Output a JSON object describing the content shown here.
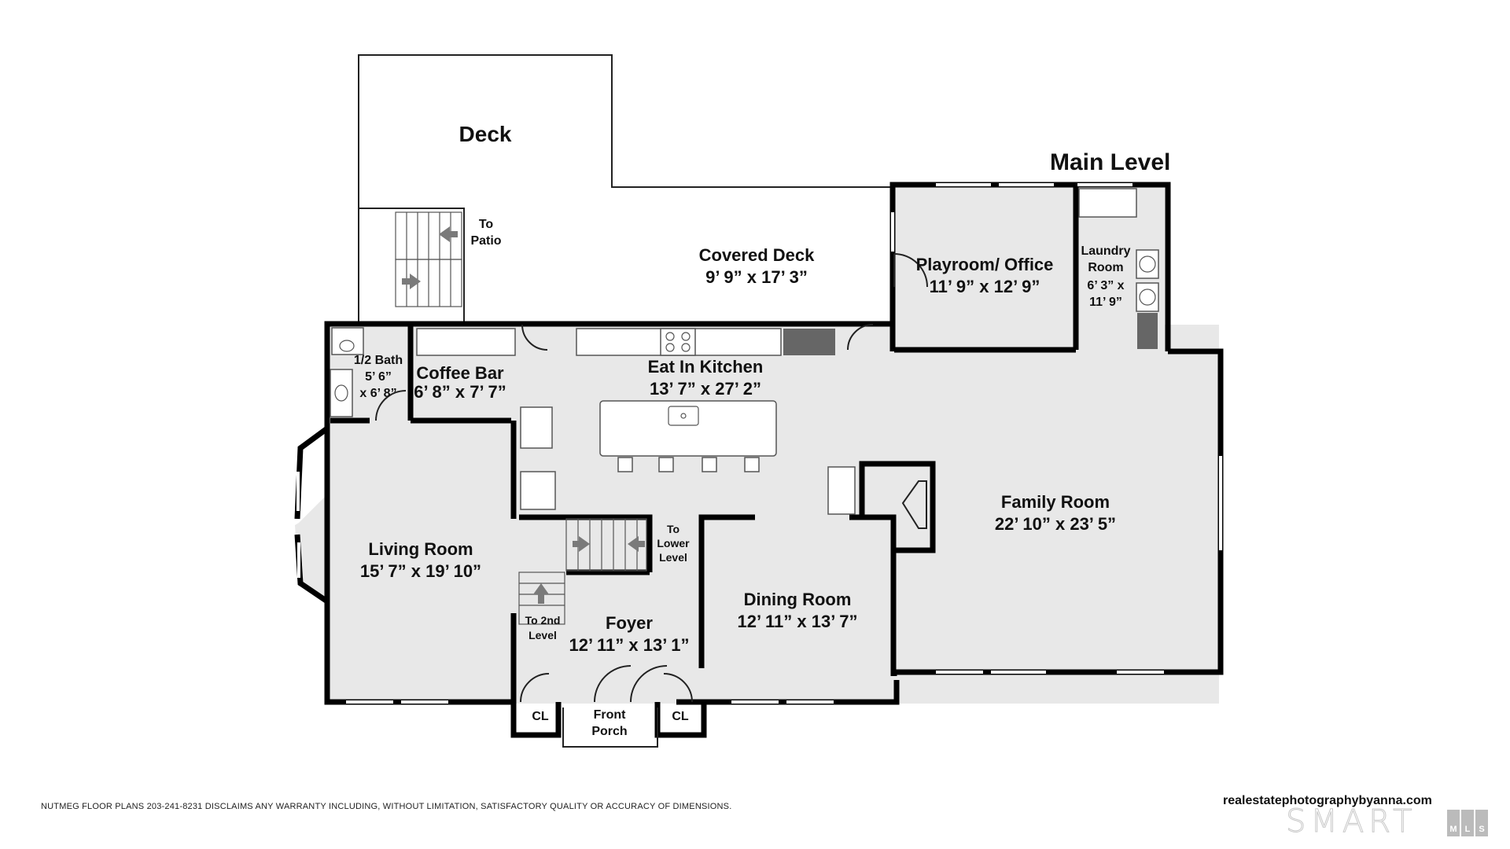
{
  "title": "Main Level",
  "rooms": {
    "deck": {
      "name": "Deck"
    },
    "to_patio": {
      "line1": "To",
      "line2": "Patio"
    },
    "covered_deck": {
      "name": "Covered Deck",
      "dims": "9’ 9” x 17’ 3”"
    },
    "playroom": {
      "name": "Playroom/ Office",
      "dims": "11’ 9” x 12’ 9”"
    },
    "laundry": {
      "line1": "Laundry",
      "line2": "Room",
      "line3": "6’ 3” x",
      "line4": "11’ 9”"
    },
    "half_bath": {
      "line1": "1/2 Bath",
      "line2": "5’ 6”",
      "line3": "x 6’ 8”"
    },
    "coffee_bar": {
      "name": "Coffee Bar",
      "dims": "6’ 8” x 7’ 7”"
    },
    "kitchen": {
      "name": "Eat In Kitchen",
      "dims": "13’ 7” x 27’ 2”"
    },
    "living": {
      "name": "Living Room",
      "dims": "15’ 7” x 19’ 10”"
    },
    "to_lower": {
      "line1": "To",
      "line2": "Lower",
      "line3": "Level"
    },
    "to_2nd": {
      "line1": "To 2nd",
      "line2": "Level"
    },
    "foyer": {
      "name": "Foyer",
      "dims": "12’ 11” x 13’ 1”"
    },
    "dining": {
      "name": "Dining Room",
      "dims": "12’ 11” x 13’ 7”"
    },
    "family": {
      "name": "Family Room",
      "dims": "22’ 10” x 23’ 5”"
    },
    "closet_left": {
      "name": "CL"
    },
    "closet_right": {
      "name": "CL"
    },
    "front_porch": {
      "line1": "Front",
      "line2": "Porch"
    }
  },
  "footer": {
    "disclaimer": "NUTMEG FLOOR PLANS 203-241-8231 DISCLAIMS ANY WARRANTY INCLUDING, WITHOUT LIMITATION, SATISFACTORY QUALITY OR ACCURACY OF DIMENSIONS.",
    "website": "realestatephotographybyanna.com",
    "logo_word": "SMART",
    "logo_letters": [
      "M",
      "L",
      "S"
    ]
  },
  "colors": {
    "floor": "#e8e8e8",
    "wall": "#000000",
    "arrow": "#7a7a7a"
  }
}
